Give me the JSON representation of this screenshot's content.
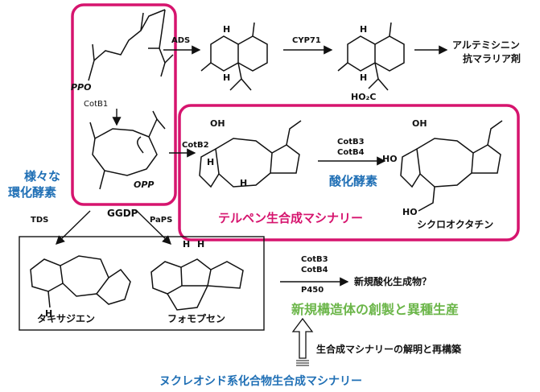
{
  "colors": {
    "magenta": "#d6146e",
    "blue": "#1f6fb5",
    "green": "#6cb64a",
    "black": "#111111"
  },
  "reactions": {
    "ads": "ADS",
    "cyp71": "CYP71",
    "cotb1": "CotB1",
    "cotb2": "CotB2",
    "cotb3": "CotB3",
    "cotb4": "CotB4",
    "tds": "TDS",
    "paps": "PaPS",
    "cotb3_bottom": "CotB3",
    "cotb4_bottom": "CotB4",
    "p450": "P450"
  },
  "compounds": {
    "ggdp": "GGDP",
    "artemisinin_line1": "アルテミシニン",
    "artemisinin_line2": "抗マラリア剤",
    "cyclooctatin": "シクロオクタチン",
    "taxadiene": "タキサジエン",
    "phomopsene": "フォモプセン",
    "novel_oxidized": "新規酸化生成物？"
  },
  "atoms": {
    "ppo": "PPO",
    "opp": "OPP",
    "ho2c": "HO₂C",
    "oh": "OH",
    "ho": "HO",
    "h": "H"
  },
  "annotations": {
    "various_line1": "様々な",
    "various_line2": "環化酵素",
    "oxidase": "酸化酵素",
    "terpene_machinery": "テルペン生合成マシナリー",
    "novel_structures": "新規構造体の創製と異種生産",
    "elucidation": "生合成マシナリーの解明と再構築",
    "nucleoside_machinery": "ヌクレオシド系化合物生合成マシナリー"
  }
}
